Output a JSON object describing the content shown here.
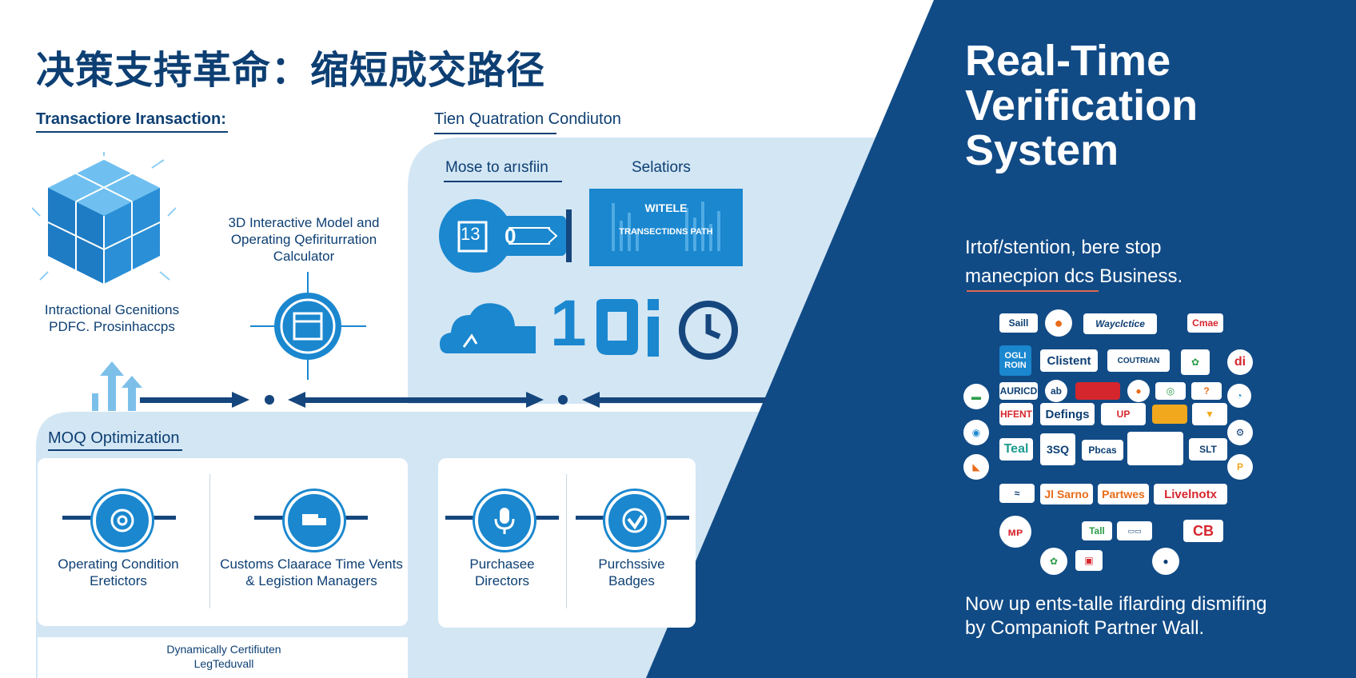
{
  "title": "决策支持革命：缩短成交路径",
  "sections": {
    "transaction": "Transactiore Iransaction:",
    "quotation": "Tien Quatration Condiuton",
    "moq": "MOQ Optimization"
  },
  "left": {
    "model_label": "3D Interactive Model and Operating Qefiriturration Calculator",
    "generation_label": "Intractional Gcenitions PDFC. Prosinhaccps"
  },
  "quotation_panel": {
    "subhead_left": "Mose to arısfiin",
    "subhead_right": "Selatiors",
    "key_badge": "13",
    "key_number": "0",
    "chart_title": "WITELE",
    "chart_sub": "TRANSECTIDNS PATH",
    "big_text": "1"
  },
  "moq_cards": [
    {
      "label": "Operating Condition Eretictors",
      "icon": "target-icon"
    },
    {
      "label": "Customs Claarace Time Vents & Legistion Managers",
      "icon": "truck-icon"
    },
    {
      "label": "Purchasee Directors",
      "icon": "microphone-icon"
    },
    {
      "label": "Purchssive Badges",
      "icon": "check-badge-icon"
    }
  ],
  "bottom_label": "Dynamically Certifiuten LegTeduvall",
  "right": {
    "title": "Real-Time Verification System",
    "subtitle_1": "Irtof/stention, bere stop",
    "subtitle_2": "manecpion dcs Business.",
    "footer_1": "Now up ents-talle iflarding dismifing",
    "footer_2": "by Companioft Partner Wall."
  },
  "logos": [
    "Saill",
    "Wayclctice",
    "Cmae",
    "OGLI ROIN",
    "Clistent",
    "COUTRIAN",
    "di",
    "AURICD",
    "Defings",
    "HFENT",
    "Teal",
    "3SQ",
    "Pbcas",
    "SLT",
    "Jl Sarno",
    "Partwes",
    "Livelnotx",
    "Tall",
    "CB",
    "UP"
  ],
  "colors": {
    "navy": "#0d3f73",
    "accent_blue": "#1a87cf",
    "panel_blue": "#d3e6f4",
    "right_bg": "#114b86"
  }
}
